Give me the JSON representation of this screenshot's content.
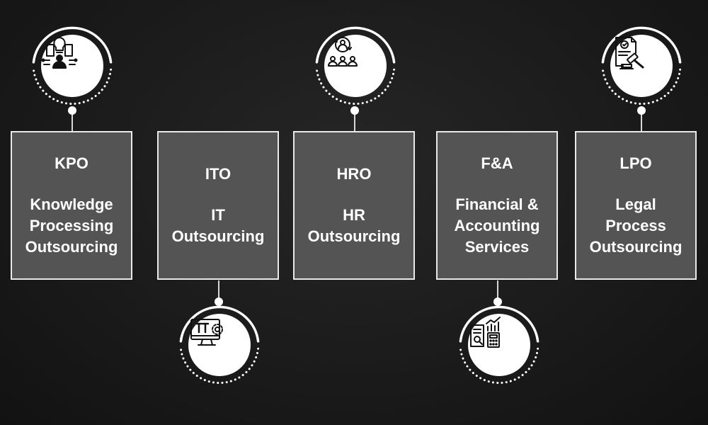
{
  "colors": {
    "background": "#1b1b1b",
    "card": "#545454",
    "card_border": "#e9e9e9",
    "text": "#ffffff"
  },
  "items": [
    {
      "abbr": "KPO",
      "full": "Knowledge\nProcessing\nOutsourcing",
      "icon": "knowledge-processing-icon"
    },
    {
      "abbr": "ITO",
      "full": "IT\nOutsourcing",
      "icon": "it-monitor-gear-icon"
    },
    {
      "abbr": "HRO",
      "full": "HR\nOutsourcing",
      "icon": "hr-people-icon"
    },
    {
      "abbr": "F&A",
      "full": "Financial &\nAccounting\nServices",
      "icon": "finance-calculator-icon"
    },
    {
      "abbr": "LPO",
      "full": "Legal\nProcess\nOutsourcing",
      "icon": "legal-gavel-icon"
    }
  ]
}
